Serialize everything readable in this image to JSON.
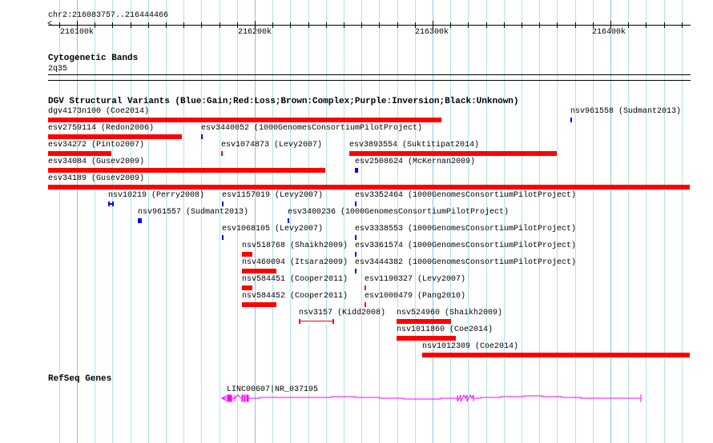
{
  "ruler": {
    "position": "chr2:216083757..216444466",
    "ticks": [
      "216100k",
      "216200k",
      "216300k",
      "216400k"
    ]
  },
  "cytoband": {
    "title": "Cytogenetic Bands",
    "band": "2q35"
  },
  "dgv": {
    "title": "DGV Structural Variants (Blue:Gain;Red:Loss;Brown:Complex;Purple:Inversion;Black:Unknown)",
    "colors": {
      "gain": "#0000ff",
      "loss": "#ff0000"
    },
    "features": [
      "dgv4173n100 (Coe2014)",
      "nsv961558 (Sudmant2013)",
      "esv2759114 (Redon2006)",
      "esv3440052 (1000GenomesConsortiumPilotProject)",
      "esv34272 (Pinto2007)",
      "esv1074873 (Levy2007)",
      "esv3893554 (Suktitipat2014)",
      "esv34084 (Gusev2009)",
      "esv2508624 (McKernan2009)",
      "esv34189 (Gusev2009)",
      "nsv10219 (Perry2008)",
      "esv1157019 (Levy2007)",
      "esv3352464 (1000GenomesConsortiumPilotProject)",
      "nsv961557 (Sudmant2013)",
      "esv3400236 (1000GenomesConsortiumPilotProject)",
      "esv1068105 (Levy2007)",
      "esv3338553 (1000GenomesConsortiumPilotProject)",
      "nsv518768 (Shaikh2009)",
      "esv3361574 (1000GenomesConsortiumPilotProject)",
      "nsv460094 (Itsara2009)",
      "esv3444382 (1000GenomesConsortiumPilotProject)",
      "nsv584451 (Cooper2011)",
      "esv1190327 (Levy2007)",
      "nsv584452 (Cooper2011)",
      "esv1000479 (Pang2010)",
      "nsv3157 (Kidd2008)",
      "nsv524960 (Shaikh2009)",
      "nsv1011860 (Coe2014)",
      "nsv1012309 (Coe2014)"
    ]
  },
  "refseq": {
    "title": "RefSeq Genes",
    "gene": "LINC00607|NR_037195",
    "color": "#ff00ff"
  }
}
